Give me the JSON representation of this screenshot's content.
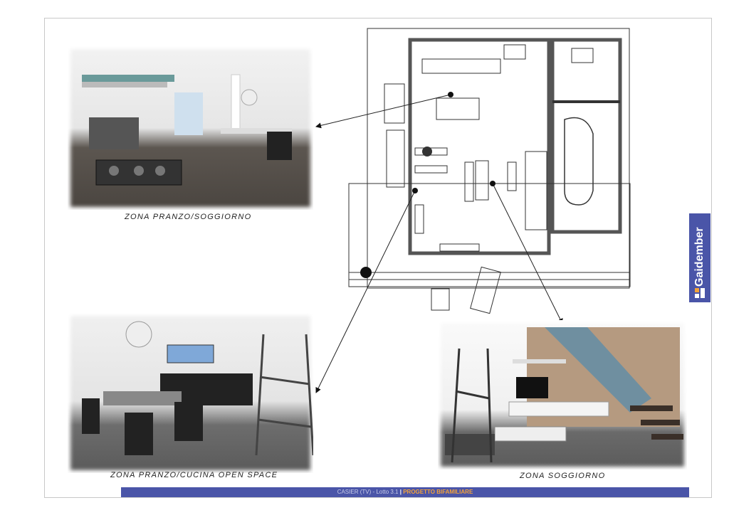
{
  "captions": {
    "render1": "ZONA PRANZO/SOGGIORNO",
    "render2": "ZONA PRANZO/CUCINA OPEN SPACE",
    "render3": "ZONA SOGGIORNO"
  },
  "logo": {
    "brand": "Gaidember"
  },
  "footer": {
    "location": "CASIER (TV) - Lotto 3.1",
    "separator": "|",
    "project": "PROGETTO BIFAMILIARE"
  },
  "colors": {
    "brand": "#4a55a8",
    "project": "#f3a23a"
  }
}
